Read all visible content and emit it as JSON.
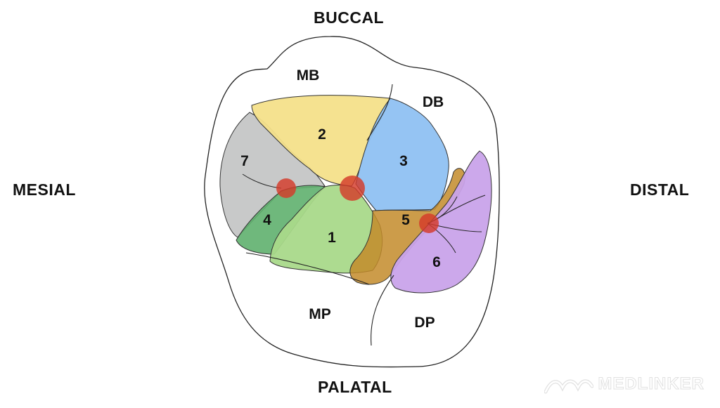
{
  "directions": {
    "top": "BUCCAL",
    "bottom": "PALATAL",
    "left": "MESIAL",
    "right": "DISTAL"
  },
  "cusps": {
    "mb": "MB",
    "db": "DB",
    "mp": "MP",
    "dp": "DP"
  },
  "regions": [
    {
      "id": "1",
      "label": "1",
      "color": "#a9d98a"
    },
    {
      "id": "2",
      "label": "2",
      "color": "#f4e08a"
    },
    {
      "id": "3",
      "label": "3",
      "color": "#8fc1f2"
    },
    {
      "id": "4",
      "label": "4",
      "color": "#5fb06e"
    },
    {
      "id": "5",
      "label": "5",
      "color": "#b8861e"
    },
    {
      "id": "6",
      "label": "6",
      "color": "#c9a3ea"
    },
    {
      "id": "7",
      "label": "7",
      "color": "#c5c6c6"
    }
  ],
  "contact_point_color": "#d43a2a",
  "contact_points_count": 3,
  "watermark": "MEDLINKER"
}
